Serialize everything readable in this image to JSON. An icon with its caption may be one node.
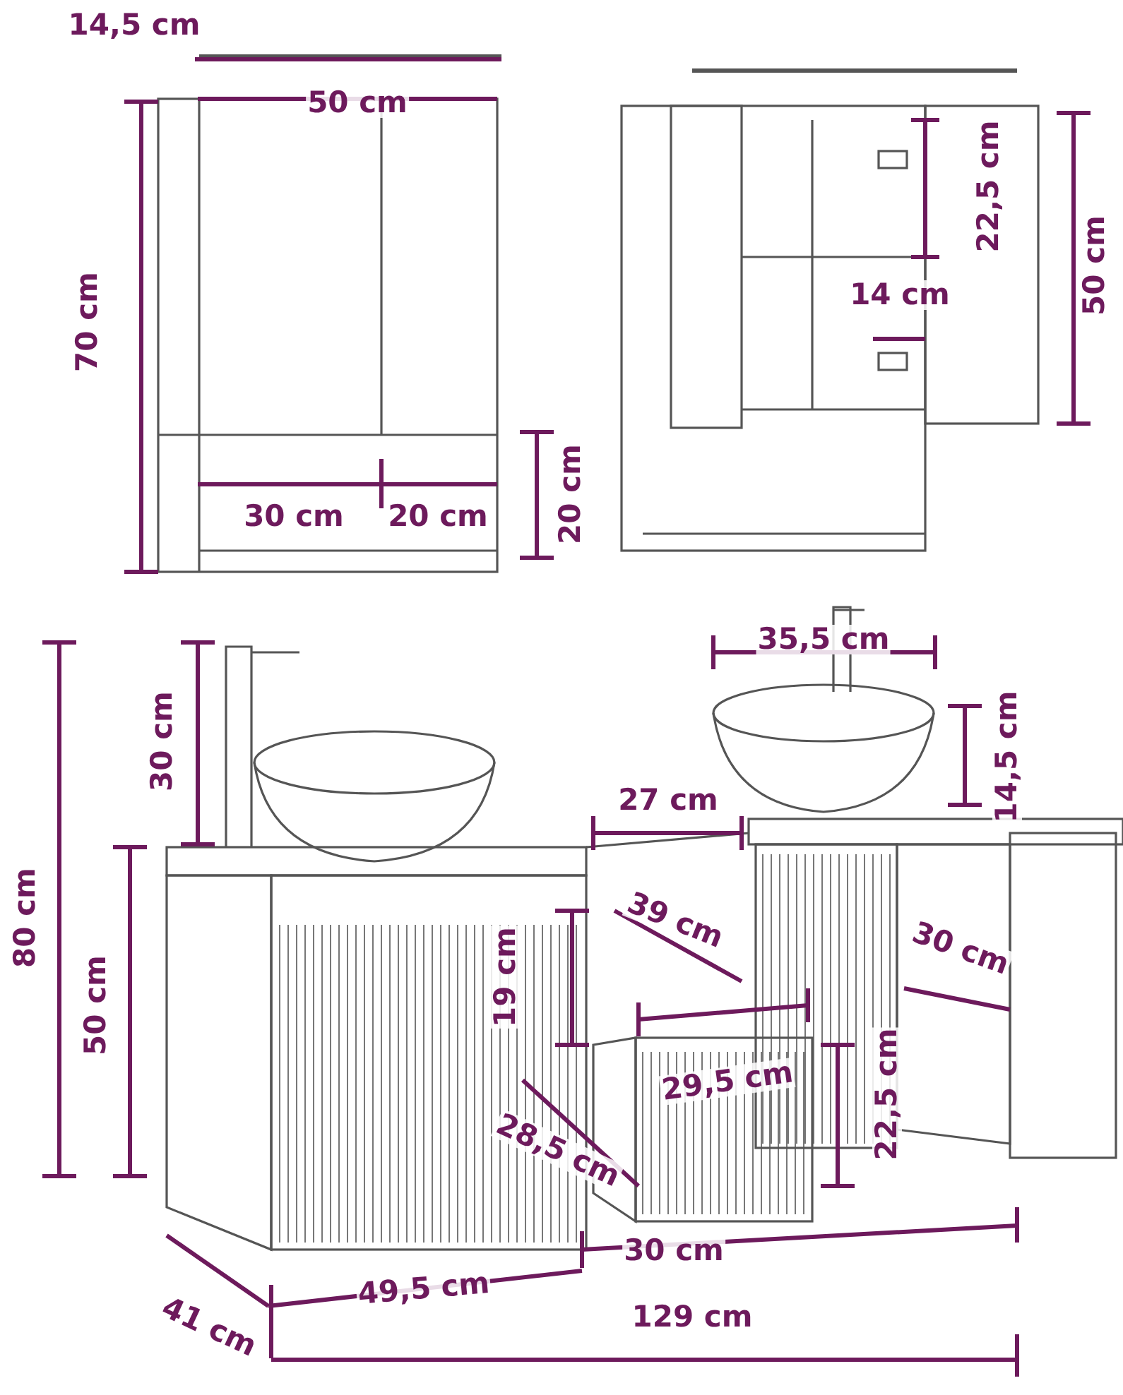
{
  "diagram": {
    "labels": [
      "14,5 cm",
      "50 cm",
      "70 cm",
      "30 cm",
      "20 cm",
      "20 cm",
      "22,5 cm",
      "50 cm",
      "14 cm",
      "30 cm",
      "35,5 cm",
      "14,5 cm",
      "27 cm",
      "80 cm",
      "39 cm",
      "50 cm",
      "19 cm",
      "30 cm",
      "29,5 cm",
      "28,5 cm",
      "22,5 cm",
      "30 cm",
      "41 cm",
      "49,5 cm",
      "129 cm"
    ]
  }
}
